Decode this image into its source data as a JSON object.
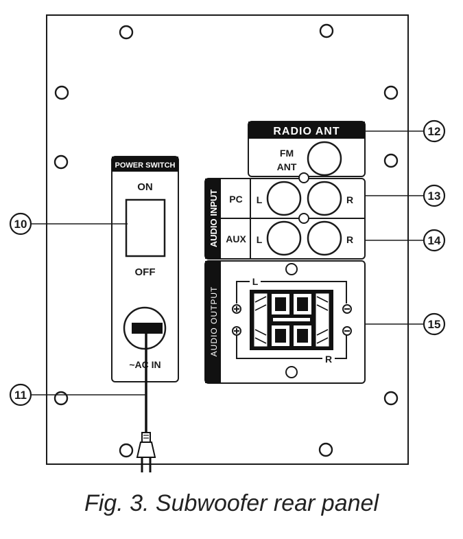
{
  "caption": "Fig. 3. Subwoofer rear panel",
  "power": {
    "header": "POWER SWITCH",
    "on": "ON",
    "off": "OFF",
    "ac_in": "~AC IN"
  },
  "radio": {
    "header": "RADIO ANT",
    "fm_line1": "FM",
    "fm_line2": "ANT"
  },
  "audio_input": {
    "title": "AUDIO INPUT",
    "pc": "PC",
    "aux": "AUX",
    "left": "L",
    "right": "R"
  },
  "audio_output": {
    "title": "AUDIO OUTPUT",
    "left": "L",
    "right": "R"
  },
  "callouts": {
    "c10": "10",
    "c11": "11",
    "c12": "12",
    "c13": "13",
    "c14": "14",
    "c15": "15"
  }
}
